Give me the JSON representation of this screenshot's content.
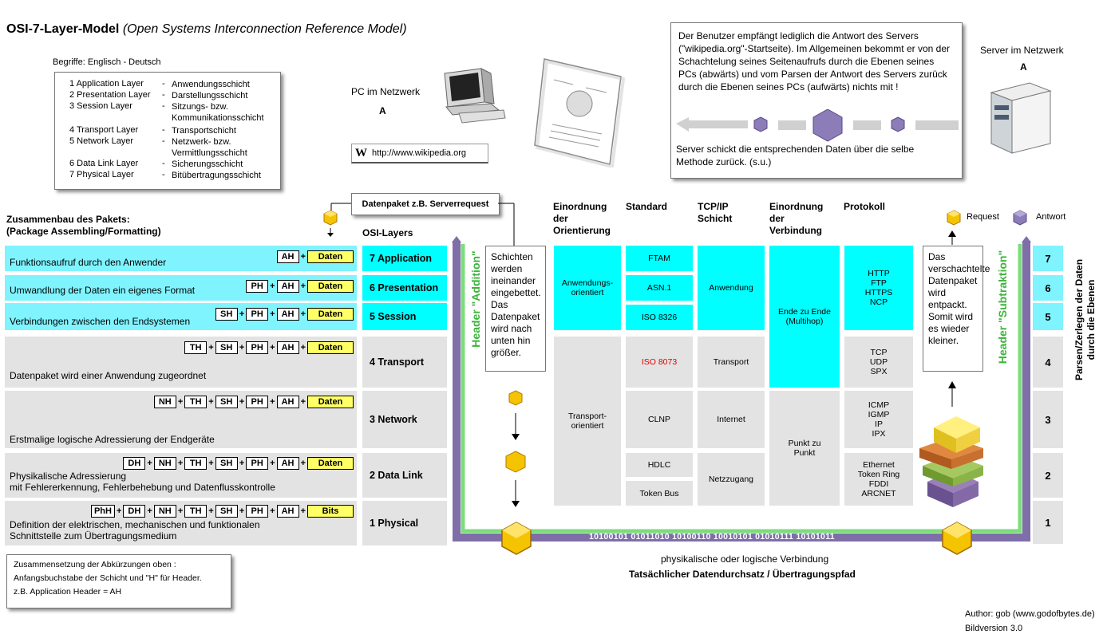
{
  "title": "OSI-7-Layer-Model",
  "subtitle": "(Open Systems Interconnection Reference Model)",
  "glossary": {
    "heading": "Begriffe: Englisch - Deutsch",
    "rows": [
      {
        "en": "1 Application Layer",
        "de": "Anwendungsschicht"
      },
      {
        "en": "2 Presentation Layer",
        "de": "Darstellungsschicht"
      },
      {
        "en": "3 Session Layer",
        "de": "Sitzungs- bzw. Kommunikationsschicht"
      },
      {
        "en": "4 Transport Layer",
        "de": "Transportschicht"
      },
      {
        "en": "5 Network Layer",
        "de": "Netzwerk- bzw. Vermittlungsschicht"
      },
      {
        "en": "6 Data Link Layer",
        "de": "Sicherungsschicht"
      },
      {
        "en": "7 Physical Layer",
        "de": "Bitübertragungsschicht"
      }
    ]
  },
  "pc": {
    "label": "PC im Netzwerk",
    "letter": "A",
    "url": "http://www.wikipedia.org",
    "w_icon": "W"
  },
  "server": {
    "label": "Server im Netzwerk",
    "letter": "A"
  },
  "info_box": {
    "text1": "Der Benutzer empfängt lediglich die Antwort des Servers (\"wikipedia.org\"-Startseite). Im Allgemeinen bekommt er von der Schachtelung seines Seitenaufrufs durch die Ebenen seines PCs (abwärts) und vom Parsen der Antwort des Servers zurück durch die Ebenen seines PCs (aufwärts) nichts mit !",
    "text2": "Server schickt die entsprechenden Daten über die selbe Methode zurück. (s.u.)"
  },
  "packet_label": "Datenpaket z.B. Serverrequest",
  "assembly_heading": "Zusammenbau des Pakets:\n(Package Assembling/Formatting)",
  "osi_heading": "OSI-Layers",
  "layers": [
    {
      "name": "7 Application",
      "desc": "Funktionsaufruf durch den Anwender",
      "headers": [
        "AH"
      ],
      "payload": "Daten"
    },
    {
      "name": "6 Presentation",
      "desc": "Umwandlung der Daten ein eigenes Format",
      "headers": [
        "PH",
        "AH"
      ],
      "payload": "Daten"
    },
    {
      "name": "5 Session",
      "desc": "Verbindungen zwischen den Endsystemen",
      "headers": [
        "SH",
        "PH",
        "AH"
      ],
      "payload": "Daten"
    },
    {
      "name": "4 Transport",
      "desc": "Datenpaket wird einer Anwendung zugeordnet",
      "headers": [
        "TH",
        "SH",
        "PH",
        "AH"
      ],
      "payload": "Daten"
    },
    {
      "name": "3 Network",
      "desc": "Erstmalige logische Adressierung der Endgeräte",
      "headers": [
        "NH",
        "TH",
        "SH",
        "PH",
        "AH"
      ],
      "payload": "Daten"
    },
    {
      "name": "2 Data Link",
      "desc": "Physikalische Adressierung\nmit Fehlererkennung, Fehlerbehebung und Datenflusskontrolle",
      "headers": [
        "DH",
        "NH",
        "TH",
        "SH",
        "PH",
        "AH"
      ],
      "payload": "Daten"
    },
    {
      "name": "1 Physical",
      "desc": "Definition der elektrischen, mechanischen und funktionalen\nSchnittstelle zum Übertragungsmedium",
      "headers": [
        "PhH",
        "DH",
        "NH",
        "TH",
        "SH",
        "PH",
        "AH"
      ],
      "payload": "Bits"
    }
  ],
  "plus_sign": "+",
  "header_addition": "Header \"Addition\"",
  "header_subtraction": "Header \"Subtraktion\"",
  "nest_note": "Schichten werden ineinander eingebettet. Das Datenpaket wird nach unten hin größer.",
  "unpack_note": "Das verschachtelte Datenpaket wird entpackt. Somit wird es wieder kleiner.",
  "columns": {
    "einordnung_orientierung": "Einordnung der Orientierung",
    "standard": "Standard",
    "tcpip": "TCP/IP Schicht",
    "einordnung_verbindung": "Einordnung der Verbindung",
    "protokoll": "Protokoll"
  },
  "cells": {
    "anwendungsorientiert": "Anwendungs-orientiert",
    "transportorientiert": "Transport-orientiert",
    "ftam": "FTAM",
    "asn1": "ASN.1",
    "iso8326": "ISO 8326",
    "iso8073": "ISO 8073",
    "clnp": "CLNP",
    "hdlc": "HDLC",
    "tokenbus": "Token Bus",
    "anwendung": "Anwendung",
    "transport": "Transport",
    "internet": "Internet",
    "netzzugang": "Netzzugang",
    "endezuende": "Ende zu Ende (Multihop)",
    "punktzupunkt": "Punkt zu Punkt",
    "proto_app": "HTTP\nFTP\nHTTPS\nNCP",
    "proto_transport": "TCP\nUDP\nSPX",
    "proto_network": "ICMP\nIGMP\nIP\nIPX",
    "proto_link": "Ethernet\nToken Ring\nFDDI\nARCNET"
  },
  "legend": {
    "request": "Request",
    "answer": "Antwort"
  },
  "right_numbers": [
    "7",
    "6",
    "5",
    "4",
    "3",
    "2",
    "1"
  ],
  "parsing_label": "Parsen/Zerlegen der Daten durch die Ebenen",
  "bits_text": "10100101 01011010 10100110 10010101 01010111 10101011",
  "connection_label": "physikalische oder logische Verbindung",
  "throughput_label": "Tatsächlicher Datendurchsatz / Übertragungspfad",
  "abbrev_note": "Zusammensetzung der Abkürzungen oben :\nAnfangsbuchstabe der Schicht und \"H\" für Header.\nz.B. Application Header = AH",
  "author": "Author: gob (www.godofbytes.de)",
  "version": "Bildversion 3.0",
  "colors": {
    "cyan": "#00ffff",
    "light_cyan": "#7ff4ff",
    "grey": "#e3e3e3",
    "green": "#7ddc7d",
    "purple": "#7f6ea8",
    "payload_yellow": "#ffff66",
    "iso_red": "#e00000"
  }
}
